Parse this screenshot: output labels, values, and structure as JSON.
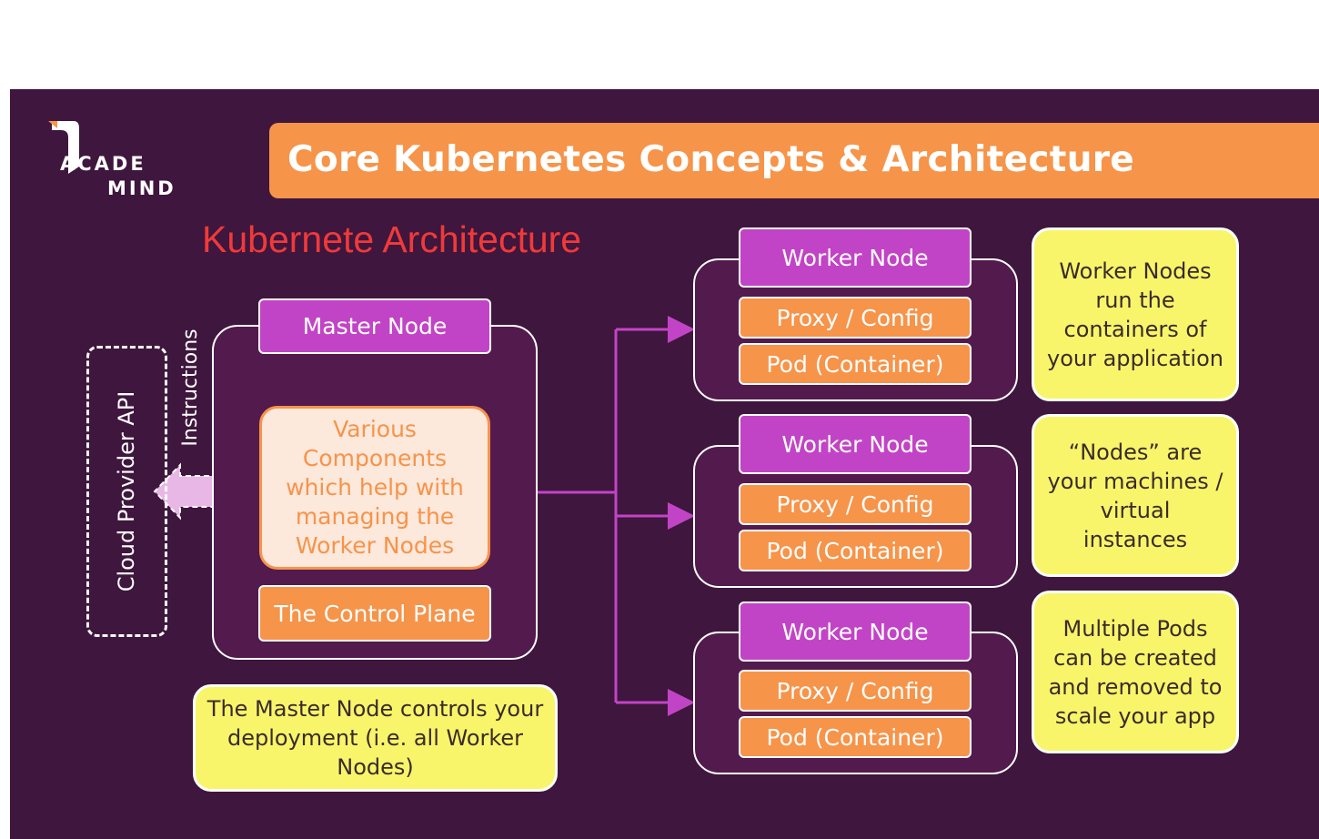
{
  "logo": {
    "line1": "ACADE",
    "line2": "MIND"
  },
  "title": "Core Kubernetes Concepts & Architecture",
  "subtitle": "Kubernete Architecture",
  "cloud_provider_label": "Cloud Provider API",
  "instructions_label": "Instructions",
  "master": {
    "header": "Master Node",
    "components": "Various Components which help with managing the Worker Nodes",
    "control_plane": "The Control Plane",
    "note": "The Master Node controls your deployment (i.e. all Worker Nodes)"
  },
  "workers": [
    {
      "header": "Worker Node",
      "proxy": "Proxy / Config",
      "pod": "Pod (Container)"
    },
    {
      "header": "Worker Node",
      "proxy": "Proxy / Config",
      "pod": "Pod (Container)"
    },
    {
      "header": "Worker Node",
      "proxy": "Proxy / Config",
      "pod": "Pod (Container)"
    }
  ],
  "notes": [
    "Worker Nodes run the containers of your application",
    "“Nodes” are your machines / virtual instances",
    "Multiple Pods can be created and removed to scale your app"
  ],
  "colors": {
    "background": "#3f163d",
    "panel": "#521a4d",
    "purple": "#c244c6",
    "orange": "#f6944a",
    "yellow": "#f9f56a",
    "red_heading": "#ef3a3a",
    "arrow_pink": "#e8b7e6"
  },
  "icons": {
    "logo": "academind-logo-icon",
    "api_arrow": "left-arrow-icon"
  }
}
